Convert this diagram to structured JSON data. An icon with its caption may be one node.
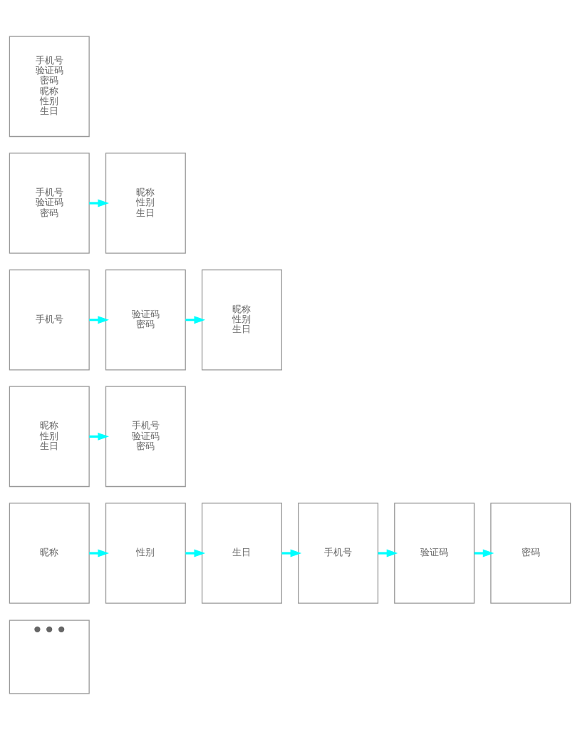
{
  "diagram": {
    "nodes": [
      {
        "text": [
          "手机号",
          "验证码",
          "密码",
          "昵称",
          "性别",
          "生日"
        ]
      },
      {
        "text": [
          "手机号",
          "验证码",
          "密码"
        ]
      },
      {
        "text": [
          "昵称",
          "性别",
          "生日"
        ]
      },
      {
        "text": [
          "手机号"
        ]
      },
      {
        "text": [
          "验证码",
          "密码"
        ]
      },
      {
        "text": [
          "昵称",
          "性别",
          "生日"
        ]
      },
      {
        "text": [
          "昵称",
          "性别",
          "生日"
        ]
      },
      {
        "text": [
          "手机号",
          "验证码",
          "密码"
        ]
      },
      {
        "text": [
          "昵称"
        ]
      },
      {
        "text": [
          "性别"
        ]
      },
      {
        "text": [
          "生日"
        ]
      },
      {
        "text": [
          "手机号"
        ]
      },
      {
        "text": [
          "验证码"
        ]
      },
      {
        "text": [
          "密码"
        ]
      },
      {
        "text": [
          "•••"
        ]
      }
    ],
    "edges": [
      {
        "from": 1,
        "to": 2,
        "arrow": "to"
      },
      {
        "from": 3,
        "to": 4,
        "arrow": "to"
      },
      {
        "from": 4,
        "to": 5,
        "arrow": "to"
      },
      {
        "from": 6,
        "to": 7,
        "arrow": "to"
      },
      {
        "from": 8,
        "to": 9,
        "arrow": "to"
      },
      {
        "from": 9,
        "to": 10,
        "arrow": "to"
      },
      {
        "from": 10,
        "to": 11,
        "arrow": "to"
      },
      {
        "from": 11,
        "to": 12,
        "arrow": "to"
      },
      {
        "from": 12,
        "to": 13,
        "arrow": "to"
      }
    ]
  }
}
